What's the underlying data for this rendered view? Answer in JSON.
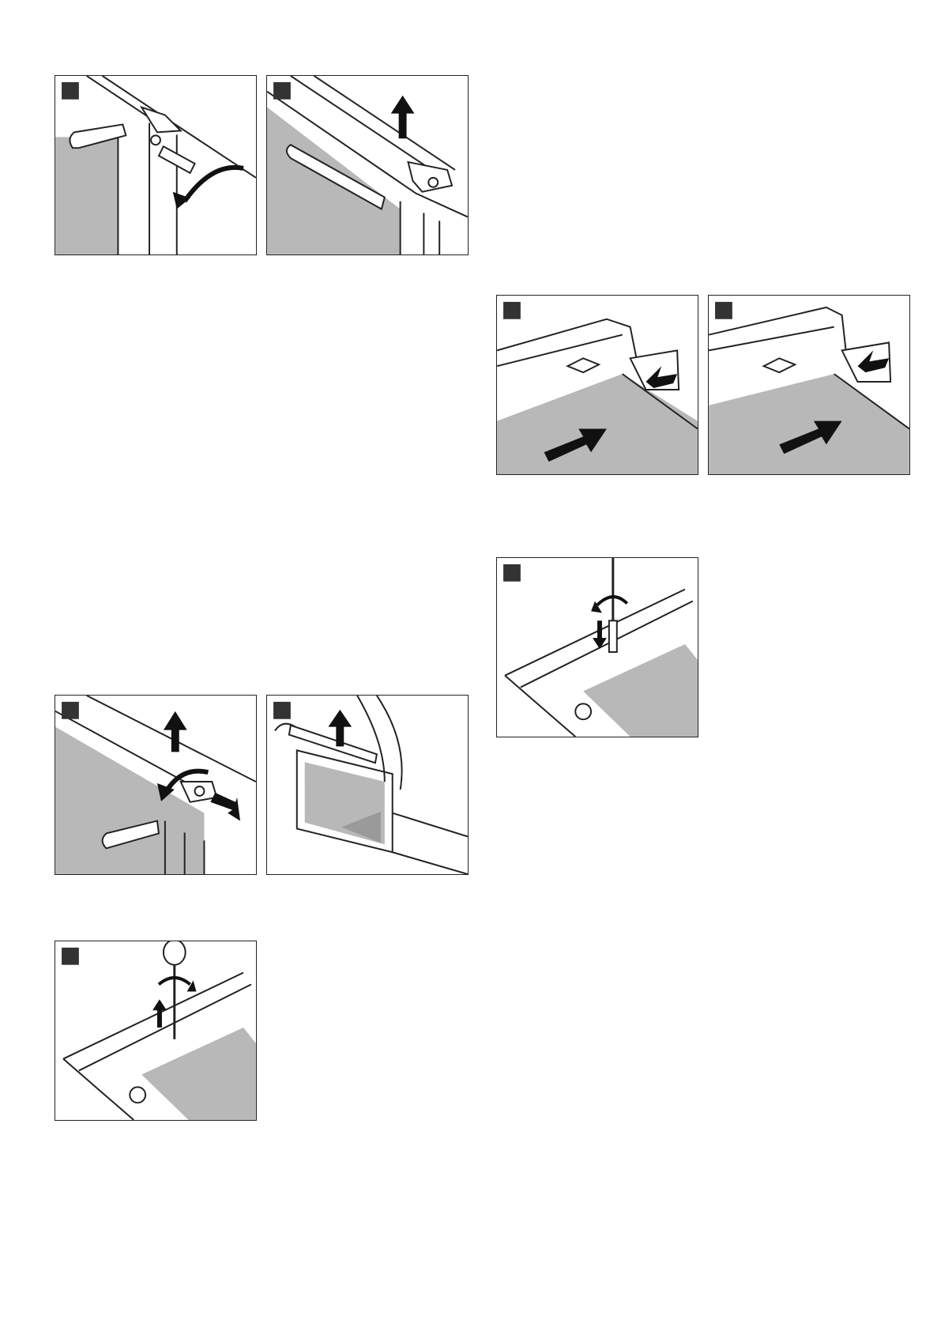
{
  "colors": {
    "line": "#222222",
    "glass": "#b8b8b8",
    "marker": "#333333",
    "arrow": "#111111"
  },
  "figures": [
    {
      "id": "fig-1",
      "content": "door-hinge-screwdriver-rotate"
    },
    {
      "id": "fig-2",
      "content": "door-hinge-cover-lift"
    },
    {
      "id": "fig-3",
      "content": "rail-slide-in-left"
    },
    {
      "id": "fig-4",
      "content": "rail-slide-in-right"
    },
    {
      "id": "fig-5",
      "content": "screw-tighten"
    },
    {
      "id": "fig-6",
      "content": "hinge-cover-rotate-press"
    },
    {
      "id": "fig-7",
      "content": "door-lift-off"
    },
    {
      "id": "fig-8",
      "content": "screw-loosen"
    }
  ]
}
